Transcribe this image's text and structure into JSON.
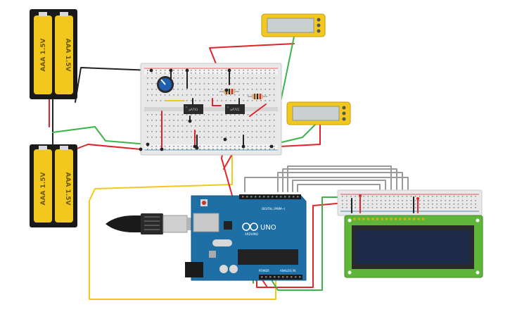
{
  "batteries": [
    {
      "cell_label": "AAA 1.5V"
    },
    {
      "cell_label": "AAA 1.5V"
    }
  ],
  "opamps": [
    {
      "label": "µA741"
    },
    {
      "label": "µA741"
    }
  ],
  "arduino": {
    "brand": "ARDUINO",
    "model": "UNO",
    "digital_label": "DIGITAL (PWM~)",
    "power_label": "POWER",
    "analog_label": "ANALOG IN"
  },
  "colors": {
    "wire_red": "#e0252a",
    "wire_black": "#222222",
    "wire_green": "#3cb44b",
    "wire_yellow": "#f2c81f",
    "wire_gray": "#9a9a9a",
    "battery_yellow": "#f2c81f",
    "arduino_blue": "#1d6fa5",
    "lcd_green": "#5fb53a",
    "lcd_screen": "#1e2a4a"
  }
}
